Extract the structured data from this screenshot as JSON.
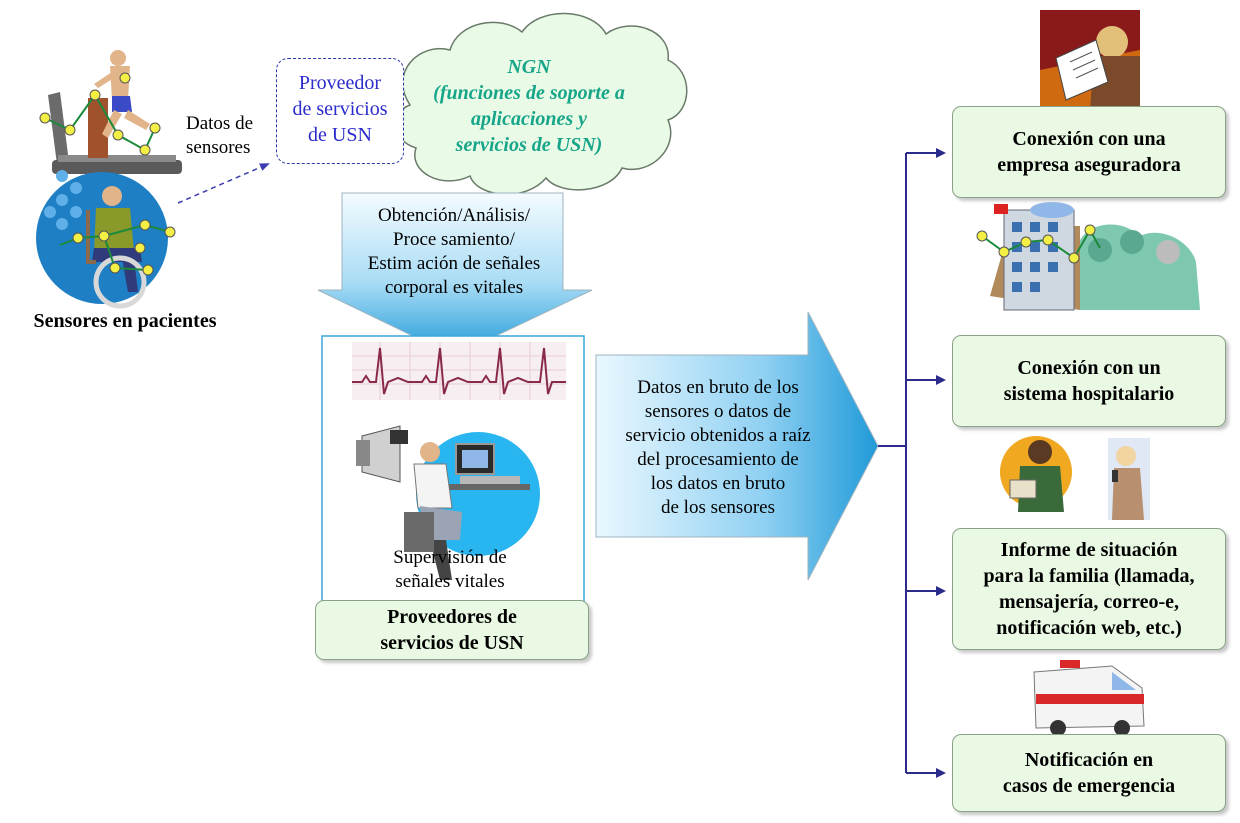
{
  "left": {
    "sensor_data_label_line1": "Datos de",
    "sensor_data_label_line2": "sensores",
    "patients_caption": "Sensores en pacientes"
  },
  "provider": {
    "line1": "Proveedor",
    "line2": "de servicios",
    "line3": "de USN"
  },
  "cloud": {
    "line1": "NGN",
    "line2": "(funciones de soporte a",
    "line3": "aplicaciones y",
    "line4": "servicios de USN)"
  },
  "down_arrow": {
    "line1": "Obtención/Análisis/",
    "line2": "Proce samiento/",
    "line3": "Estim ación de señales",
    "line4": "corporal es vitales"
  },
  "monitoring": {
    "caption_line1": "Supervisión de",
    "caption_line2": "señales vitales",
    "box_line1": "Proveedores de",
    "box_line2": "servicios de USN"
  },
  "big_arrow": {
    "line1": "Datos en bruto de los",
    "line2": "sensores o datos de",
    "line3": "servicio obtenidos a raíz",
    "line4": "del procesamiento de",
    "line5": "los datos en bruto",
    "line6": "de los sensores"
  },
  "outputs": [
    {
      "line1": "Conexión con una",
      "line2": "empresa aseguradora"
    },
    {
      "line1": "Conexión con un",
      "line2": "sistema hospitalario"
    },
    {
      "line1": "Informe de situación",
      "line2": "para la familia (llamada,",
      "line3": "mensajería, correo-e,",
      "line4": "notificación web, etc.)"
    },
    {
      "line1": "Notificación en",
      "line2": "casos de emergencia"
    }
  ],
  "colors": {
    "connector": "#2b2b8c",
    "green_box": "#eaf9e4",
    "arrow_light": "#e8f8ff",
    "arrow_dark": "#1f9ad8",
    "cloud_fill": "#e9fbe6",
    "cloud_text": "#16a589",
    "provider_text": "#2b2bcc"
  }
}
